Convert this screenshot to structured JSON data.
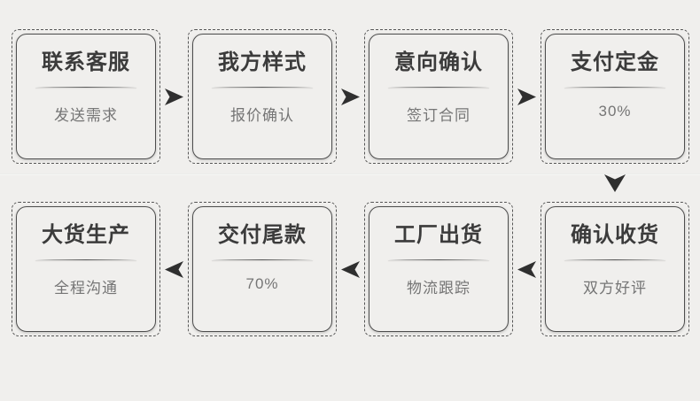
{
  "colors": {
    "background": "#f0efed",
    "box_border": "#4d4d4d",
    "dashed_border": "#555555",
    "arrow": "#2f2f2f",
    "title_text": "#3b3b3b",
    "subtitle_text": "#757575"
  },
  "flow": {
    "row1": {
      "steps": [
        {
          "title": "联系客服",
          "subtitle": "发送需求"
        },
        {
          "title": "我方样式",
          "subtitle": "报价确认"
        },
        {
          "title": "意向确认",
          "subtitle": "签订合同"
        },
        {
          "title": "支付定金",
          "subtitle": "30%"
        }
      ],
      "arrow_icon": "arrow-right"
    },
    "connector": {
      "arrow_icon": "arrow-down"
    },
    "row2": {
      "steps": [
        {
          "title": "大货生产",
          "subtitle": "全程沟通"
        },
        {
          "title": "交付尾款",
          "subtitle": "70%"
        },
        {
          "title": "工厂出货",
          "subtitle": "物流跟踪"
        },
        {
          "title": "确认收货",
          "subtitle": "双方好评"
        }
      ],
      "arrow_icon": "arrow-left"
    }
  }
}
